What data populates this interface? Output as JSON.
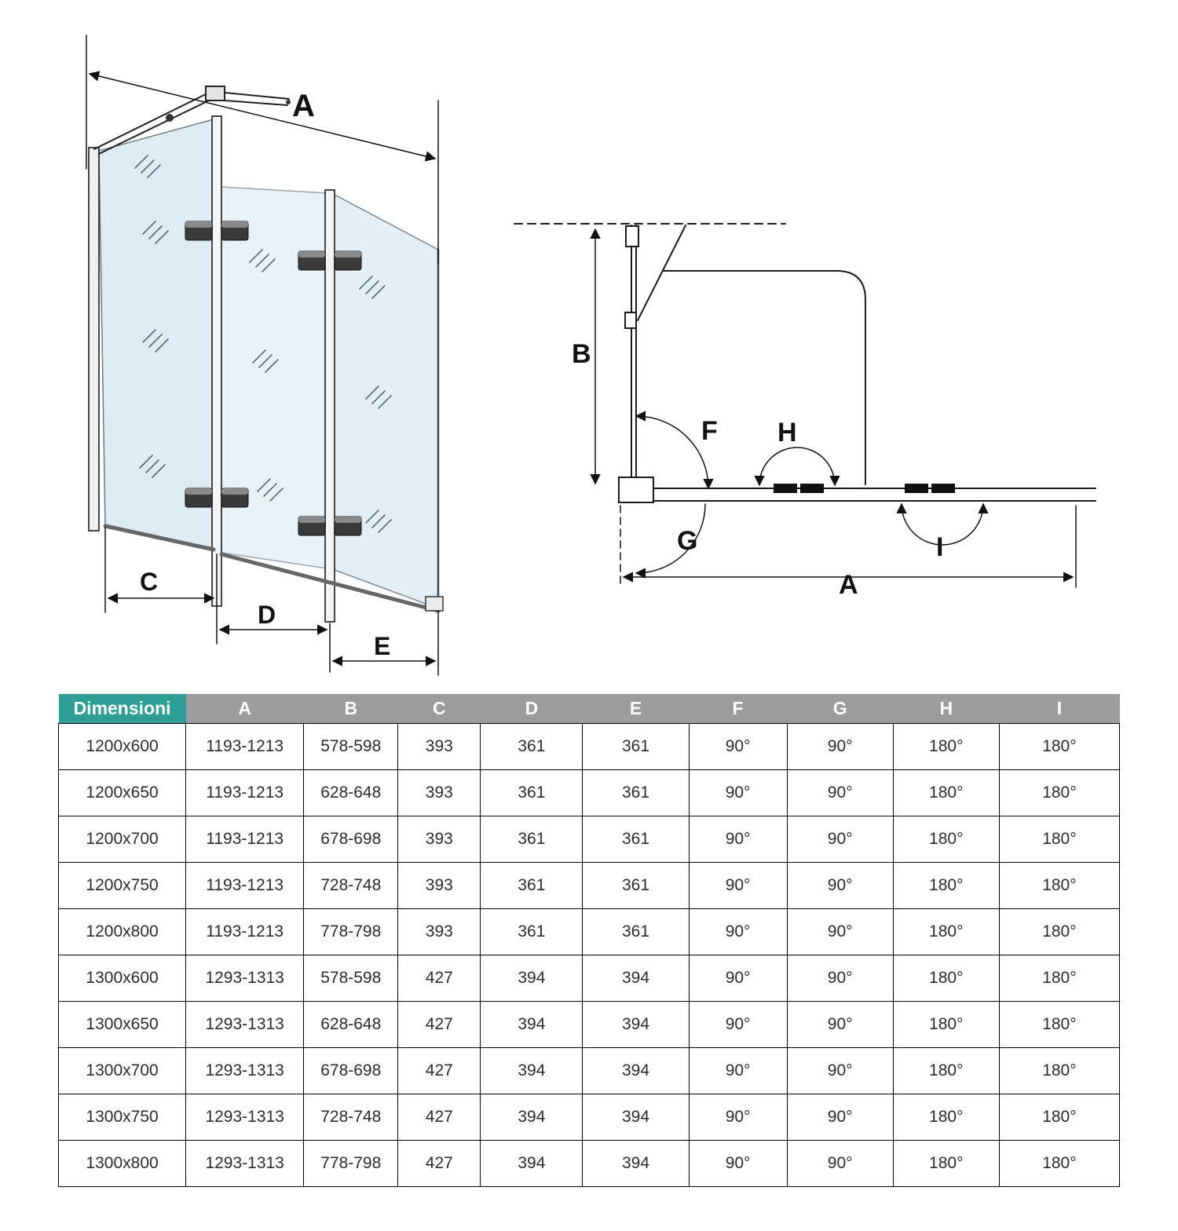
{
  "diagram_front": {
    "labels": {
      "a": "A",
      "c": "C",
      "d": "D",
      "e": "E"
    }
  },
  "diagram_plan": {
    "labels": {
      "a": "A",
      "b": "B",
      "f": "F",
      "g": "G",
      "h": "H",
      "i": "I"
    }
  },
  "colors": {
    "glass_tint": "#d8e8f2",
    "header_label_bg": "#2f9e96",
    "header_bg": "#9c9c9c",
    "header_text": "#ffffff",
    "border": "#000000"
  },
  "table": {
    "header_label": "Dimensioni",
    "columns": [
      "A",
      "B",
      "C",
      "D",
      "E",
      "F",
      "G",
      "H",
      "I"
    ],
    "rows": [
      {
        "size": "1200x600",
        "values": [
          "1193-1213",
          "578-598",
          "393",
          "361",
          "361",
          "90°",
          "90°",
          "180°",
          "180°"
        ]
      },
      {
        "size": "1200x650",
        "values": [
          "1193-1213",
          "628-648",
          "393",
          "361",
          "361",
          "90°",
          "90°",
          "180°",
          "180°"
        ]
      },
      {
        "size": "1200x700",
        "values": [
          "1193-1213",
          "678-698",
          "393",
          "361",
          "361",
          "90°",
          "90°",
          "180°",
          "180°"
        ]
      },
      {
        "size": "1200x750",
        "values": [
          "1193-1213",
          "728-748",
          "393",
          "361",
          "361",
          "90°",
          "90°",
          "180°",
          "180°"
        ]
      },
      {
        "size": "1200x800",
        "values": [
          "1193-1213",
          "778-798",
          "393",
          "361",
          "361",
          "90°",
          "90°",
          "180°",
          "180°"
        ]
      },
      {
        "size": "1300x600",
        "values": [
          "1293-1313",
          "578-598",
          "427",
          "394",
          "394",
          "90°",
          "90°",
          "180°",
          "180°"
        ]
      },
      {
        "size": "1300x650",
        "values": [
          "1293-1313",
          "628-648",
          "427",
          "394",
          "394",
          "90°",
          "90°",
          "180°",
          "180°"
        ]
      },
      {
        "size": "1300x700",
        "values": [
          "1293-1313",
          "678-698",
          "427",
          "394",
          "394",
          "90°",
          "90°",
          "180°",
          "180°"
        ]
      },
      {
        "size": "1300x750",
        "values": [
          "1293-1313",
          "728-748",
          "427",
          "394",
          "394",
          "90°",
          "90°",
          "180°",
          "180°"
        ]
      },
      {
        "size": "1300x800",
        "values": [
          "1293-1313",
          "778-798",
          "427",
          "394",
          "394",
          "90°",
          "90°",
          "180°",
          "180°"
        ]
      }
    ]
  }
}
